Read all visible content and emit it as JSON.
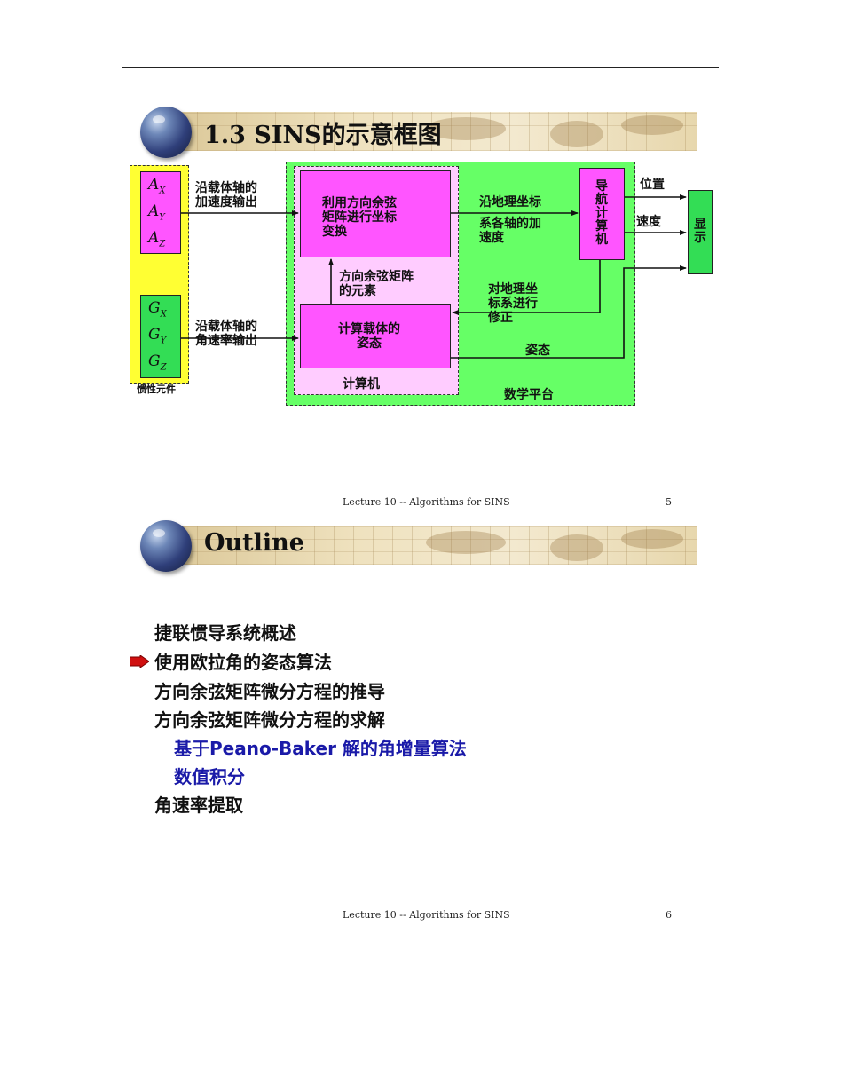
{
  "slides": [
    {
      "title": "1.3 SINS的示意框图",
      "footer": {
        "lecture": "Lecture 10 -- Algorithms for SINS",
        "page": "5"
      },
      "diagram": {
        "accel_symbols": [
          "A",
          "A",
          "A"
        ],
        "accel_subs": [
          "X",
          "Y",
          "Z"
        ],
        "gyro_symbols": [
          "G",
          "G",
          "G"
        ],
        "gyro_subs": [
          "X",
          "Y",
          "Z"
        ],
        "inertial_label": "惯性元件",
        "accel_output_label": "沿载体轴的\n加速度输出",
        "gyro_output_label": "沿载体轴的\n角速率输出",
        "dcm_transform_label": "利用方向余弦\n矩阵进行坐标\n变换",
        "dcm_elements_label": "方向余弦矩阵\n的元素",
        "attitude_calc_label": "计算载体的\n姿态",
        "computer_label": "计算机",
        "geo_accel_label_1": "沿地理坐标",
        "geo_accel_label_2": "系各轴的加\n速度",
        "correction_label": "对地理坐\n标系进行\n修正",
        "nav_computer_label": "导航计算机",
        "position_label": "位置",
        "velocity_label": "速度",
        "attitude_label": "姿态",
        "display_label": "显示",
        "math_platform_label": "数学平台",
        "colors": {
          "inertial": "#ffff33",
          "computer": "#ffccff",
          "platform": "#66ff66",
          "block": "#ff55ff",
          "sensor": "#33dd55"
        }
      }
    },
    {
      "title": "Outline",
      "footer": {
        "lecture": "Lecture 10 -- Algorithms for SINS",
        "page": "6"
      },
      "items": [
        {
          "text": "捷联惯导系统概述"
        },
        {
          "text": "使用欧拉角的姿态算法",
          "current": true
        },
        {
          "text": "方向余弦矩阵微分方程的推导"
        },
        {
          "text": "方向余弦矩阵微分方程的求解"
        },
        {
          "text": "基于Peano-Baker 解的角增量算法",
          "sub": true
        },
        {
          "text": "数值积分",
          "sub": true
        },
        {
          "text": "角速率提取"
        }
      ]
    }
  ]
}
